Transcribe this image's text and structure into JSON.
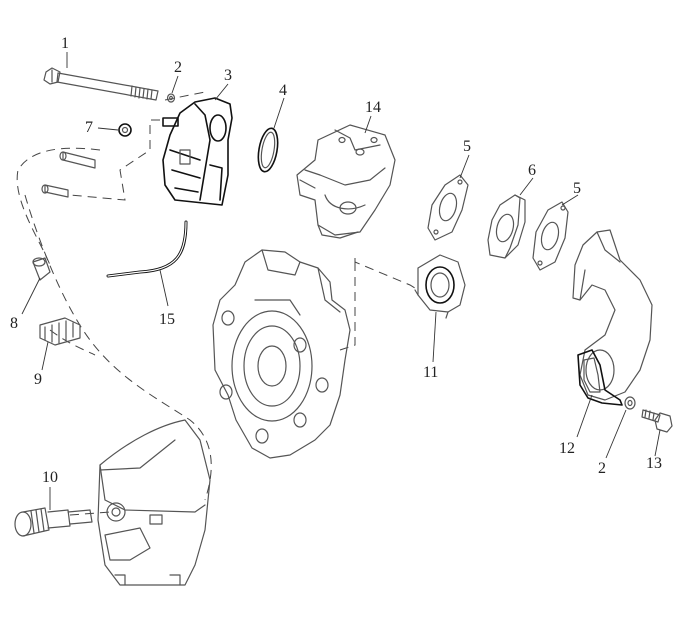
{
  "callouts": [
    {
      "id": "1",
      "label": "1"
    },
    {
      "id": "2a",
      "label": "2"
    },
    {
      "id": "3",
      "label": "3"
    },
    {
      "id": "4",
      "label": "4"
    },
    {
      "id": "5a",
      "label": "5"
    },
    {
      "id": "5b",
      "label": "5"
    },
    {
      "id": "6",
      "label": "6"
    },
    {
      "id": "7",
      "label": "7"
    },
    {
      "id": "8",
      "label": "8"
    },
    {
      "id": "9",
      "label": "9"
    },
    {
      "id": "10",
      "label": "10"
    },
    {
      "id": "11",
      "label": "11"
    },
    {
      "id": "12",
      "label": "12"
    },
    {
      "id": "2b",
      "label": "2"
    },
    {
      "id": "13",
      "label": "13"
    },
    {
      "id": "14",
      "label": "14"
    },
    {
      "id": "15",
      "label": "15"
    }
  ]
}
